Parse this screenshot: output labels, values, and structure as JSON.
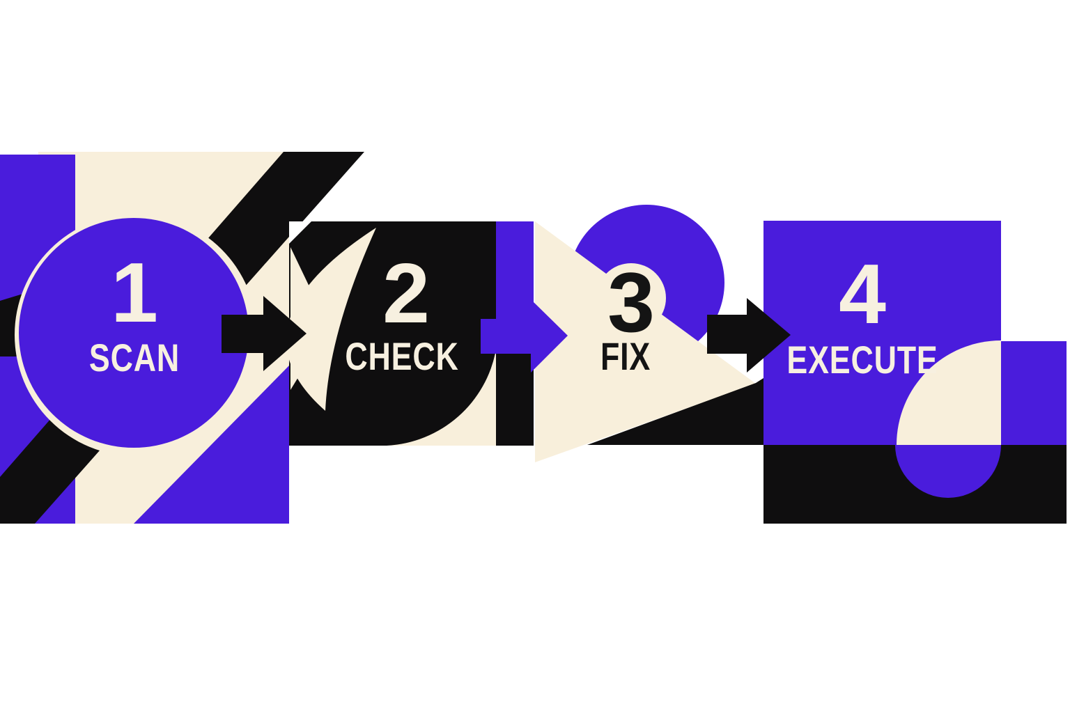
{
  "illustration": {
    "title": "Four step process: Scan, Check, Fix, Execute",
    "steps": [
      {
        "number": "1",
        "label": "SCAN"
      },
      {
        "number": "2",
        "label": "CHECK"
      },
      {
        "number": "3",
        "label": "FIX"
      },
      {
        "number": "4",
        "label": "EXECUTE"
      }
    ],
    "arrows": [
      {
        "name": "arrow-1",
        "direction": "right",
        "color": "#0F0E0F"
      },
      {
        "name": "arrow-2",
        "direction": "right",
        "color": "#4A1CDC"
      },
      {
        "name": "arrow-3",
        "direction": "right",
        "color": "#0F0E0F"
      }
    ]
  },
  "palette": {
    "purple": "#4A1CDC",
    "cream": "#F8EFDB",
    "black": "#0F0E0F",
    "bg": "#FFFFFF",
    "text-cream": "#F7F0E0",
    "text-black": "#141414"
  }
}
